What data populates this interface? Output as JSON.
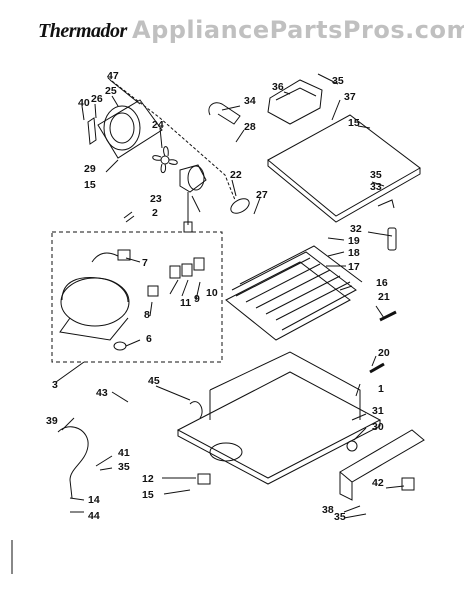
{
  "header": {
    "brand": "Thermador",
    "watermark": "AppliancePartsPros.com"
  },
  "callouts": [
    "47",
    "40",
    "26",
    "25",
    "24",
    "29",
    "15",
    "23",
    "22",
    "27",
    "2",
    "36",
    "34",
    "35",
    "37",
    "28",
    "15",
    "35",
    "33",
    "32",
    "19",
    "18",
    "17",
    "16",
    "21",
    "7",
    "11",
    "10",
    "9",
    "8",
    "6",
    "3",
    "20",
    "1",
    "45",
    "43",
    "31",
    "30",
    "39",
    "41",
    "35",
    "12",
    "15",
    "42",
    "14",
    "44",
    "38",
    "35"
  ]
}
